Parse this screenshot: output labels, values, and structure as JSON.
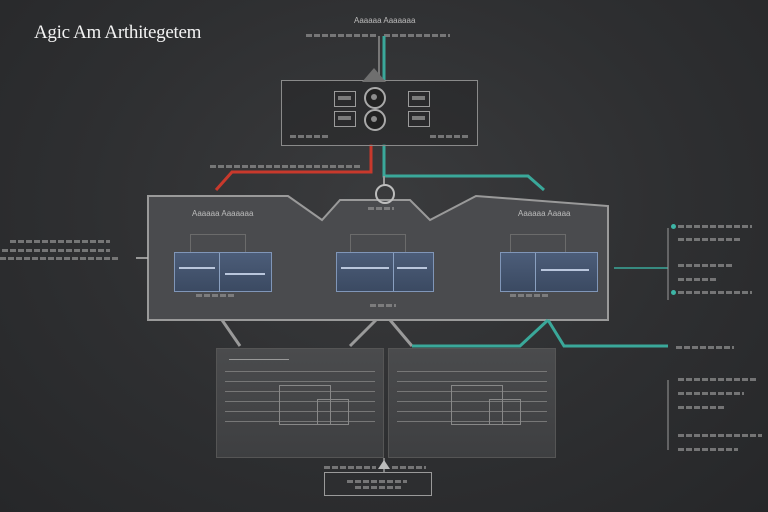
{
  "title": "Agic Am Arthitegetem",
  "header_label": "Aaaaaa Aaaaaaa",
  "middle": {
    "left_label": "Aaaaaa Aaaaaaa",
    "right_label": "Aaaaaa Aaaaa"
  },
  "colors": {
    "red_wire": "#c8392c",
    "teal_wire": "#3aa89a",
    "gray_wire": "#9a9a9a"
  },
  "icons": [
    "server-icon",
    "gear-icon",
    "chip-icon",
    "monitor-icon",
    "warning-icon",
    "globe-icon"
  ]
}
